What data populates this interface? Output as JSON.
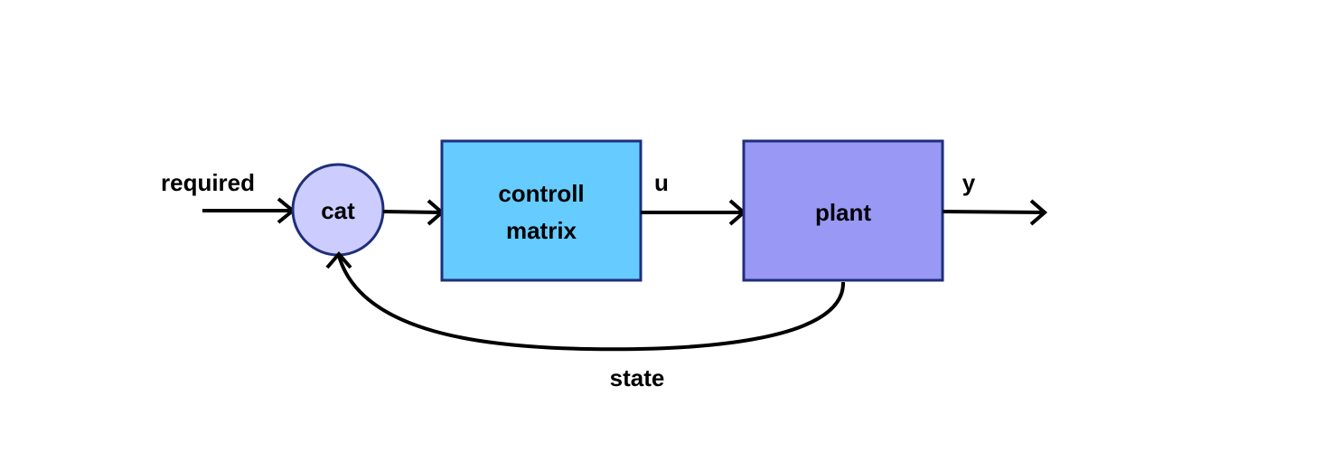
{
  "diagram": {
    "labels": {
      "input": "required",
      "junction": "cat",
      "controller_line1": "controll",
      "controller_line2": "matrix",
      "control_signal": "u",
      "plant": "plant",
      "output": "y",
      "feedback": "state"
    },
    "colors": {
      "junction_fill": "#ccccff",
      "controller_fill": "#66ccff",
      "plant_fill": "#9999f5",
      "outline": "#1f2f7a",
      "arrow": "#000000"
    }
  }
}
